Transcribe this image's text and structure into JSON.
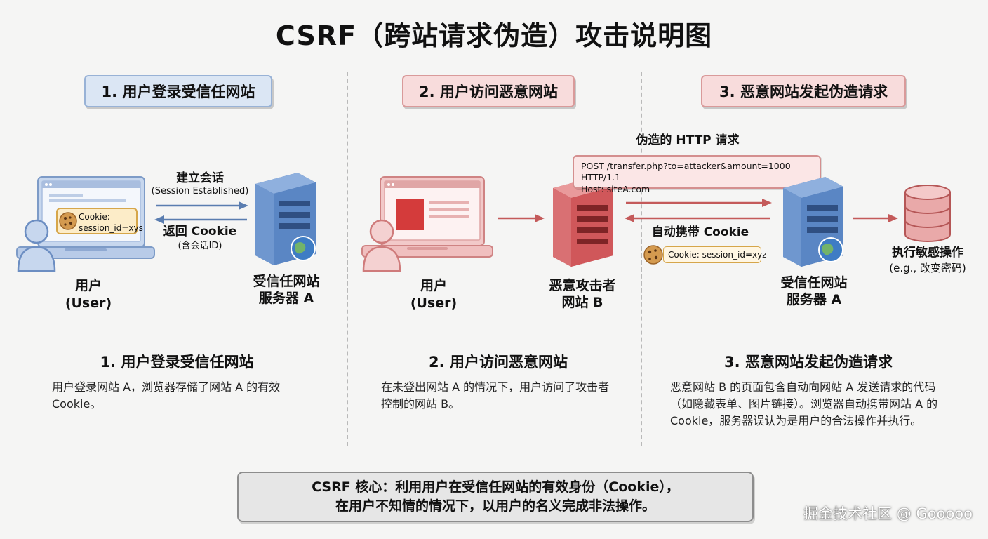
{
  "title": "CSRF（跨站请求伪造）攻击说明图",
  "steps": [
    {
      "header": "1. 用户登录受信任网站",
      "section_title": "1. 用户登录受信任网站",
      "description": "用户登录网站 A，浏览器存储了网站 A 的有效 Cookie。",
      "user_label": "用户",
      "user_label_en": "(User)",
      "arrow_top_label": "建立会话",
      "arrow_top_sub": "(Session Established)",
      "arrow_bottom_label": "返回 Cookie",
      "arrow_bottom_sub": "(含会话ID)",
      "cookie_label": "Cookie:",
      "cookie_value": "session_id=xys",
      "server_label_line1": "受信任网站",
      "server_label_line2": "服务器 A"
    },
    {
      "header": "2. 用户访问恶意网站",
      "section_title": "2. 用户访问恶意网站",
      "description": "在未登出网站 A 的情况下，用户访问了攻击者控制的网站 B。",
      "user_label": "用户",
      "user_label_en": "(User)",
      "server_label_line1": "恶意攻击者",
      "server_label_line2": "网站 B"
    },
    {
      "header": "3. 恶意网站发起伪造请求",
      "section_title": "3. 恶意网站发起伪造请求",
      "description": "恶意网站 B 的页面包含自动向网站 A 发送请求的代码（如隐藏表单、图片链接）。浏览器自动携带网站 A 的 Cookie，服务器误认为是用户的合法操作并执行。",
      "forged_label": "伪造的 HTTP 请求",
      "request_line1": "POST /transfer.php?to=attacker&amount=1000 HTTP/1.1",
      "request_line2": "Host: siteA.com",
      "carry_label": "自动携带 Cookie",
      "carry_cookie": "Cookie: session_id=xyz",
      "server_label_line1": "受信任网站",
      "server_label_line2": "服务器 A",
      "db_label": "执行敏感操作",
      "db_sub": "(e.g., 改变密码)"
    }
  ],
  "core": {
    "line1": "CSRF 核心：利用用户在受信任网站的有效身份（Cookie），",
    "line2": "在用户不知情的情况下，以用户的名义完成非法操作。"
  },
  "watermark": "掘金技术社区 @ Gooooo",
  "colors": {
    "blue_fill": "#dbe6f4",
    "red_fill": "#f8dcdc",
    "server_blue": "#5b86c4",
    "server_red": "#d0575a",
    "arrow_blue": "#5a7db0",
    "arrow_red": "#c45a5a"
  }
}
